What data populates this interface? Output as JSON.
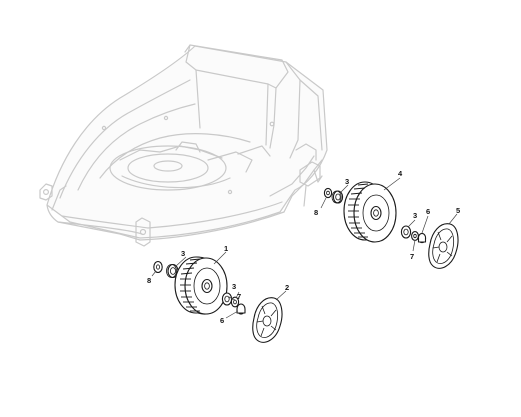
{
  "callouts": {
    "c1": "1",
    "c2": "2",
    "c3a": "3",
    "c3b": "3",
    "c3c": "3",
    "c3d": "3",
    "c4": "4",
    "c5": "5",
    "c6a": "6",
    "c6b": "6",
    "c7a": "7",
    "c7b": "7",
    "c8a": "8",
    "c8b": "8"
  }
}
